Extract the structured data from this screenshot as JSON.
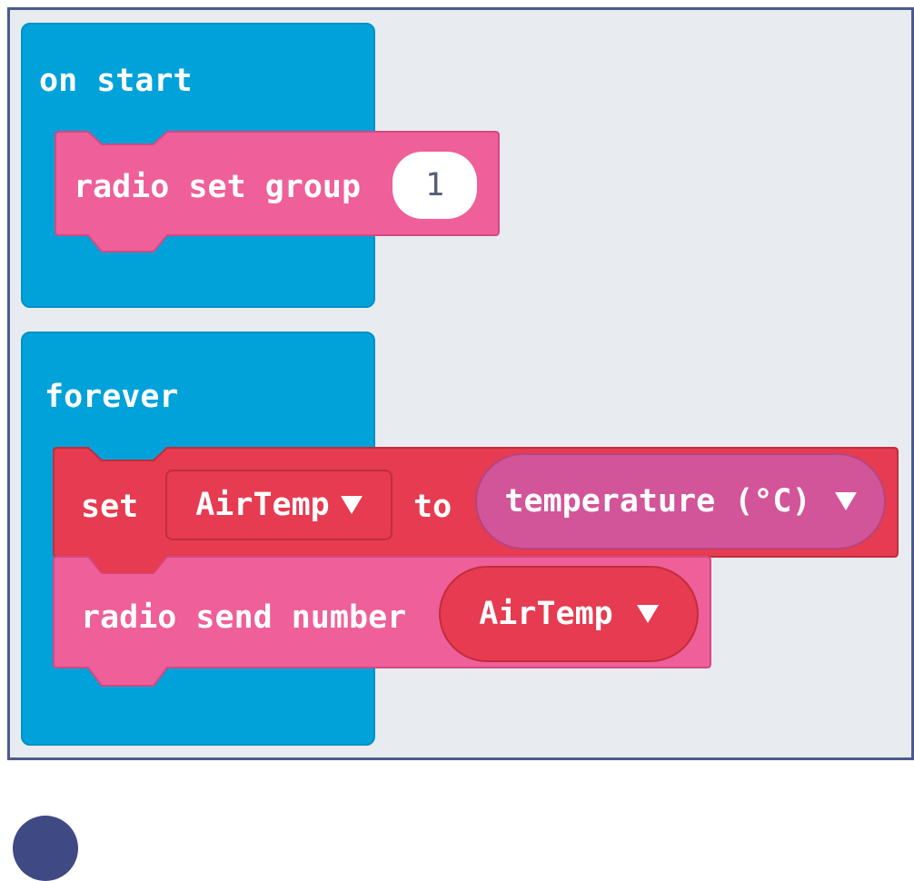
{
  "on_start": {
    "label": "on start",
    "radio_set_group": {
      "label": "radio set group",
      "value": "1"
    }
  },
  "forever": {
    "label": "forever",
    "set_block": {
      "set_label": "set",
      "variable": "AirTemp",
      "to_label": "to",
      "sensor": "temperature (°C)"
    },
    "send_block": {
      "label": "radio send number",
      "variable": "AirTemp"
    }
  },
  "colors": {
    "workspace": "#e8ecf0",
    "workspace_border": "#4c5b8c",
    "basic_blue": "#00a2d9",
    "radio_pink": "#ef5f99",
    "variables_red": "#e63b50",
    "input_magenta": "#d25599"
  },
  "icons": {
    "dropdown": "triangle-down-icon"
  }
}
